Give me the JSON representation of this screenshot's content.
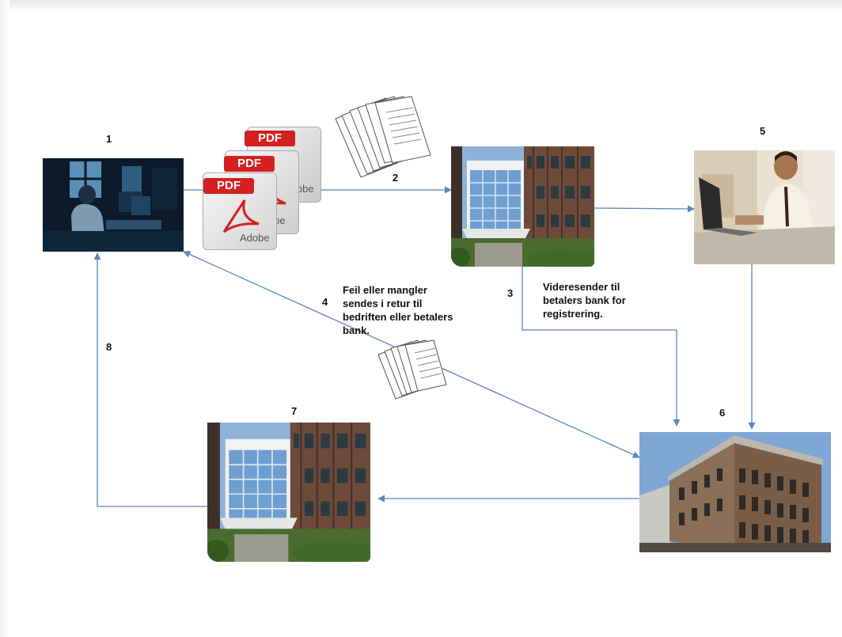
{
  "steps": {
    "s1": "1",
    "s2": "2",
    "s3": "3",
    "s4": "4",
    "s5": "5",
    "s6": "6",
    "s7": "7",
    "s8": "8"
  },
  "captions": {
    "step3": [
      "Videresender til",
      "betalers bank for",
      "registrering."
    ],
    "step4": [
      "Feil eller mangler",
      "sendes i retur til",
      "bedriften eller betalers",
      "bank."
    ]
  },
  "pdf": {
    "badge": "PDF",
    "brand": "Adobe"
  },
  "colors": {
    "arrow": "#5b86b8",
    "pdf_red": "#d42020"
  }
}
